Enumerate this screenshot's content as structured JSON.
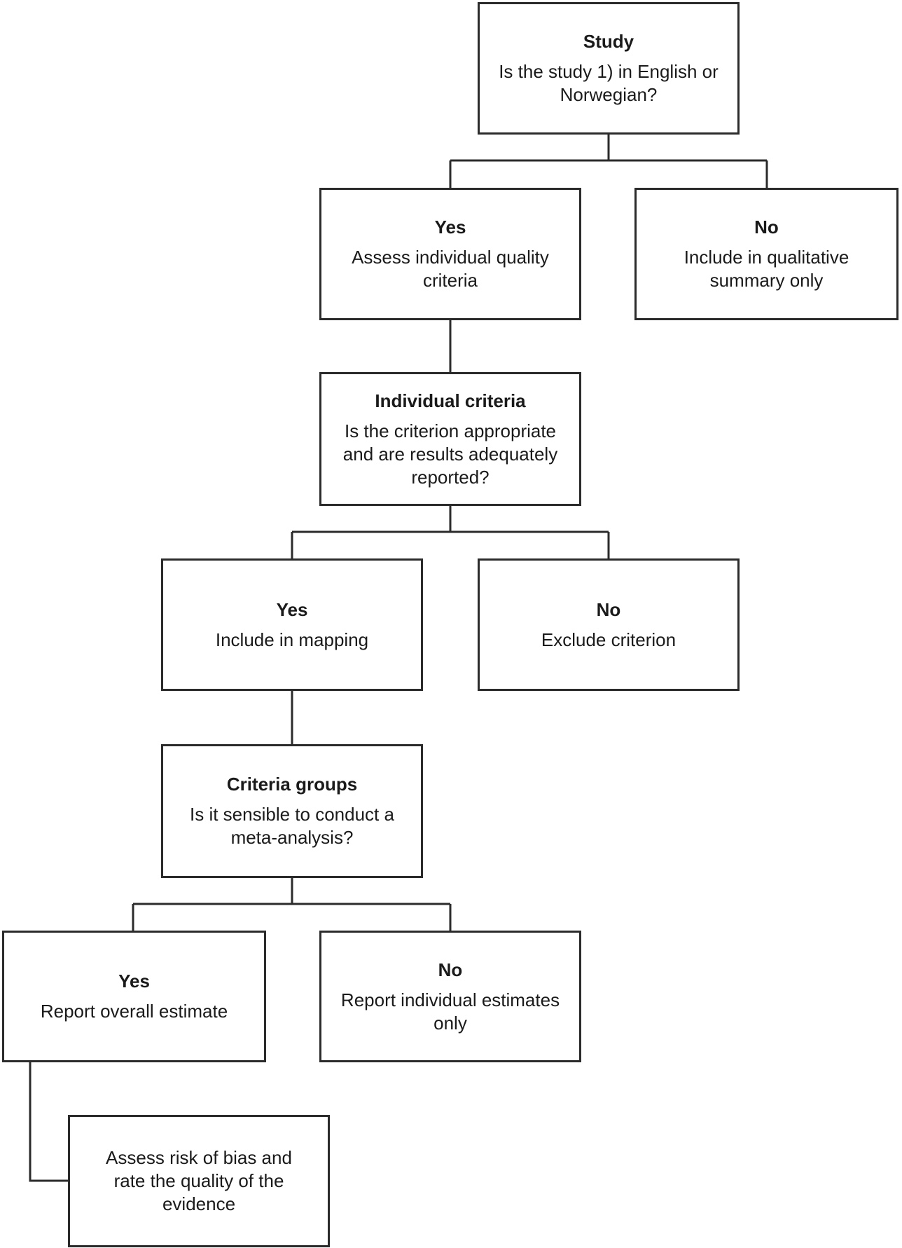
{
  "nodes": {
    "study": {
      "title": "Study",
      "body": "Is the study 1) in English or Norwegian?"
    },
    "yes1": {
      "title": "Yes",
      "body": "Assess individual quality criteria"
    },
    "no1": {
      "title": "No",
      "body": "Include in qualitative summary only"
    },
    "individual_criteria": {
      "title": "Individual criteria",
      "body": "Is the criterion appropriate and are results adequately reported?"
    },
    "yes2": {
      "title": "Yes",
      "body": "Include in mapping"
    },
    "no2": {
      "title": "No",
      "body": "Exclude criterion"
    },
    "criteria_groups": {
      "title": "Criteria groups",
      "body": "Is it sensible to conduct a meta-analysis?"
    },
    "yes3": {
      "title": "Yes",
      "body": "Report overall estimate"
    },
    "no3": {
      "title": "No",
      "body": "Report individual estimates only"
    },
    "assess_bias": {
      "body": "Assess risk of bias and rate the quality of the evidence"
    }
  }
}
